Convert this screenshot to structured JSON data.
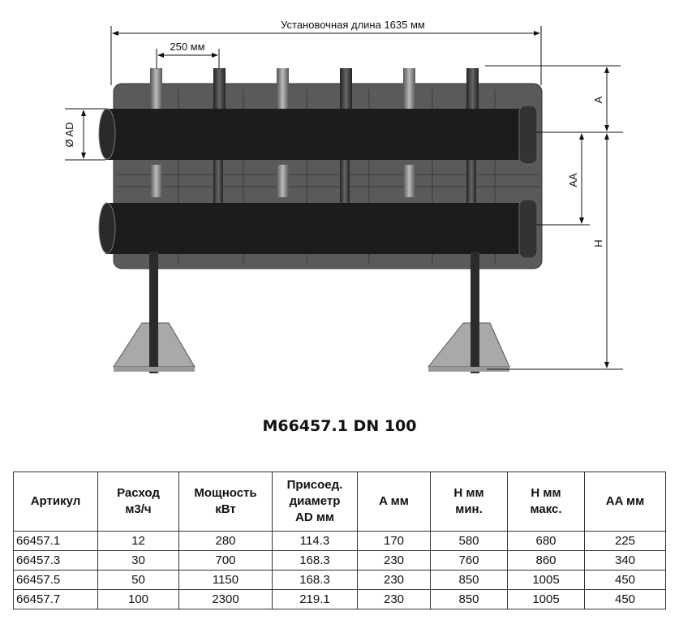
{
  "drawing": {
    "install_length": "Установочная длина 1635 мм",
    "spacing": "250 мм",
    "diameter": "Ø AD",
    "dim_a": "A",
    "dim_aa": "AA",
    "dim_h": "H"
  },
  "title": "M66457.1 DN 100",
  "table": {
    "headers": [
      [
        "Артикул"
      ],
      [
        "Расход",
        "м3/ч"
      ],
      [
        "Мощность",
        "кВт"
      ],
      [
        "Присоед.",
        "диаметр",
        "AD мм"
      ],
      [
        "A мм"
      ],
      [
        "H мм",
        "мин."
      ],
      [
        "H мм",
        "макс."
      ],
      [
        "AA мм"
      ]
    ],
    "rows": [
      [
        "66457.1",
        "12",
        "280",
        "114.3",
        "170",
        "580",
        "680",
        "225"
      ],
      [
        "66457.3",
        "30",
        "700",
        "168.3",
        "230",
        "760",
        "860",
        "340"
      ],
      [
        "66457.5",
        "50",
        "1150",
        "168.3",
        "230",
        "850",
        "1005",
        "450"
      ],
      [
        "66457.7",
        "100",
        "2300",
        "219.1",
        "230",
        "850",
        "1005",
        "450"
      ]
    ]
  }
}
